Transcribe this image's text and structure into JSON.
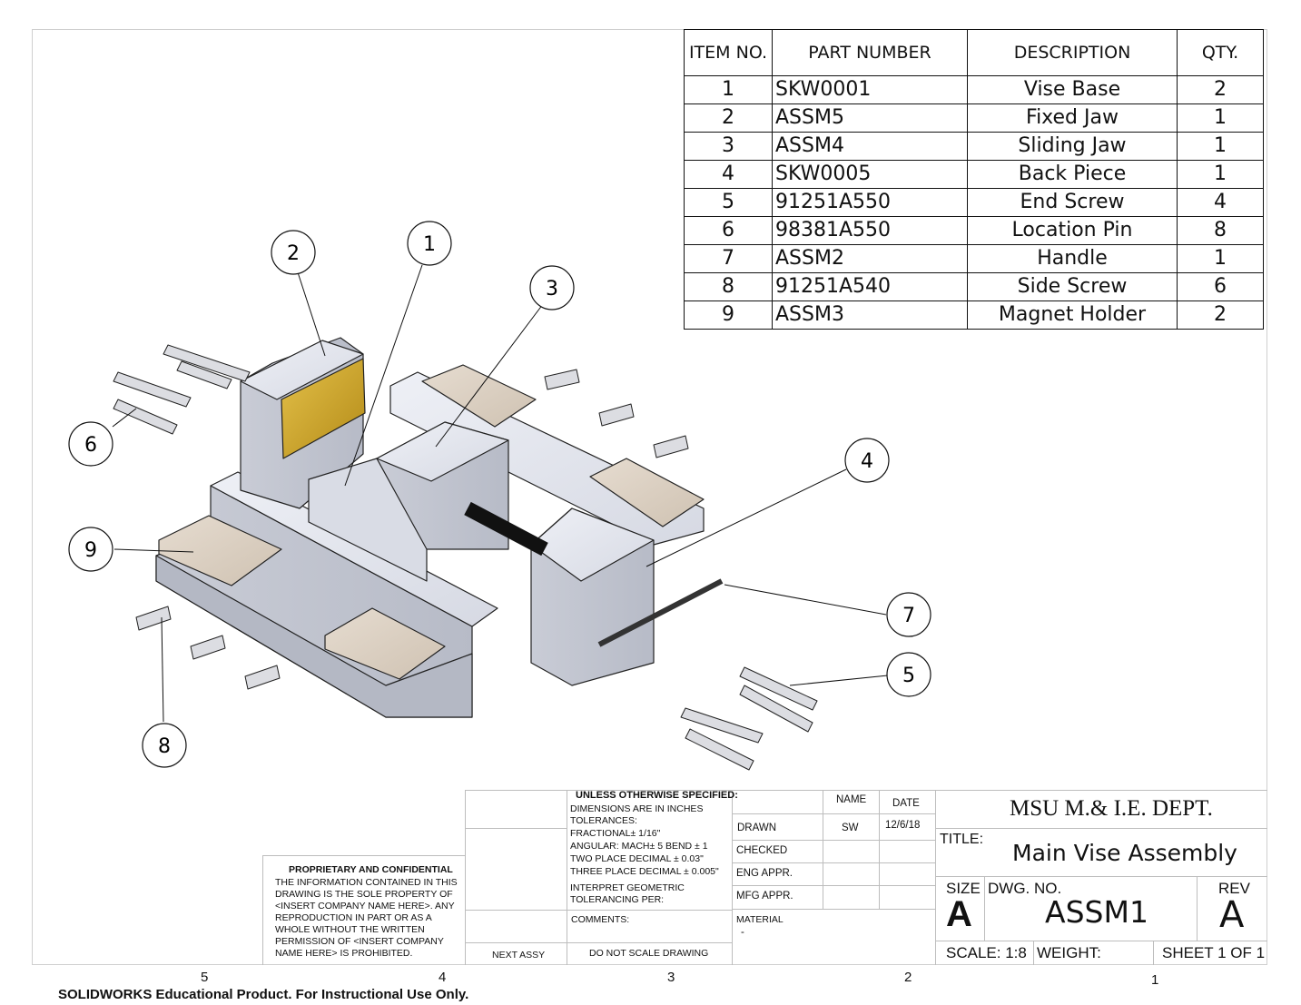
{
  "bom": {
    "headers": {
      "item": "ITEM NO.",
      "part": "PART NUMBER",
      "desc": "DESCRIPTION",
      "qty": "QTY."
    },
    "rows": [
      {
        "item": "1",
        "part": "SKW0001",
        "desc": "Vise Base",
        "qty": "2"
      },
      {
        "item": "2",
        "part": "ASSM5",
        "desc": "Fixed Jaw",
        "qty": "1"
      },
      {
        "item": "3",
        "part": "ASSM4",
        "desc": "Sliding Jaw",
        "qty": "1"
      },
      {
        "item": "4",
        "part": "SKW0005",
        "desc": "Back Piece",
        "qty": "1"
      },
      {
        "item": "5",
        "part": "91251A550",
        "desc": "End Screw",
        "qty": "4"
      },
      {
        "item": "6",
        "part": "98381A550",
        "desc": "Location Pin",
        "qty": "8"
      },
      {
        "item": "7",
        "part": "ASSM2",
        "desc": "Handle",
        "qty": "1"
      },
      {
        "item": "8",
        "part": "91251A540",
        "desc": "Side Screw",
        "qty": "6"
      },
      {
        "item": "9",
        "part": "ASSM3",
        "desc": "Magnet Holder",
        "qty": "2"
      }
    ]
  },
  "balloons": [
    "1",
    "2",
    "3",
    "4",
    "5",
    "6",
    "7",
    "8",
    "9"
  ],
  "title_block": {
    "unless": "UNLESS OTHERWISE SPECIFIED:",
    "dims": "DIMENSIONS ARE IN INCHES",
    "tolerances": "TOLERANCES:",
    "fractional": "FRACTIONAL± 1/16\"",
    "angular": "ANGULAR: MACH±  5  BEND ± 1",
    "two_place": "TWO PLACE DECIMAL    ± 0.03\"",
    "three_place": "THREE PLACE DECIMAL  ± 0.005\"",
    "interpret": "INTERPRET GEOMETRIC",
    "tolerancing": "TOLERANCING PER:",
    "comments": "COMMENTS:",
    "next_assy": "NEXT ASSY",
    "do_not_scale": "DO NOT SCALE DRAWING",
    "name_hdr": "NAME",
    "date_hdr": "DATE",
    "drawn": "DRAWN",
    "drawn_name": "SW",
    "drawn_date": "12/6/18",
    "checked": "CHECKED",
    "eng_appr": "ENG APPR.",
    "mfg_appr": "MFG APPR.",
    "material": "MATERIAL",
    "material_val": "-",
    "company": "MSU M.& I.E. DEPT.",
    "title_label": "TITLE:",
    "title": "Main Vise Assembly",
    "size_label": "SIZE",
    "size": "A",
    "dwg_label": "DWG.  NO.",
    "dwg_no": "ASSM1",
    "rev_label": "REV",
    "rev": "A",
    "scale": "SCALE: 1:8",
    "weight": "WEIGHT:",
    "sheet": "SHEET 1 OF 1"
  },
  "proprietary": {
    "heading": "PROPRIETARY AND CONFIDENTIAL",
    "body": "THE INFORMATION CONTAINED IN THIS DRAWING IS THE SOLE PROPERTY OF <INSERT COMPANY NAME HERE>.  ANY REPRODUCTION IN PART OR AS A WHOLE WITHOUT THE WRITTEN PERMISSION OF <INSERT COMPANY NAME HERE> IS PROHIBITED."
  },
  "zones": [
    "5",
    "4",
    "3",
    "2",
    "1"
  ],
  "footer": "SOLIDWORKS Educational Product. For Instructional Use Only."
}
